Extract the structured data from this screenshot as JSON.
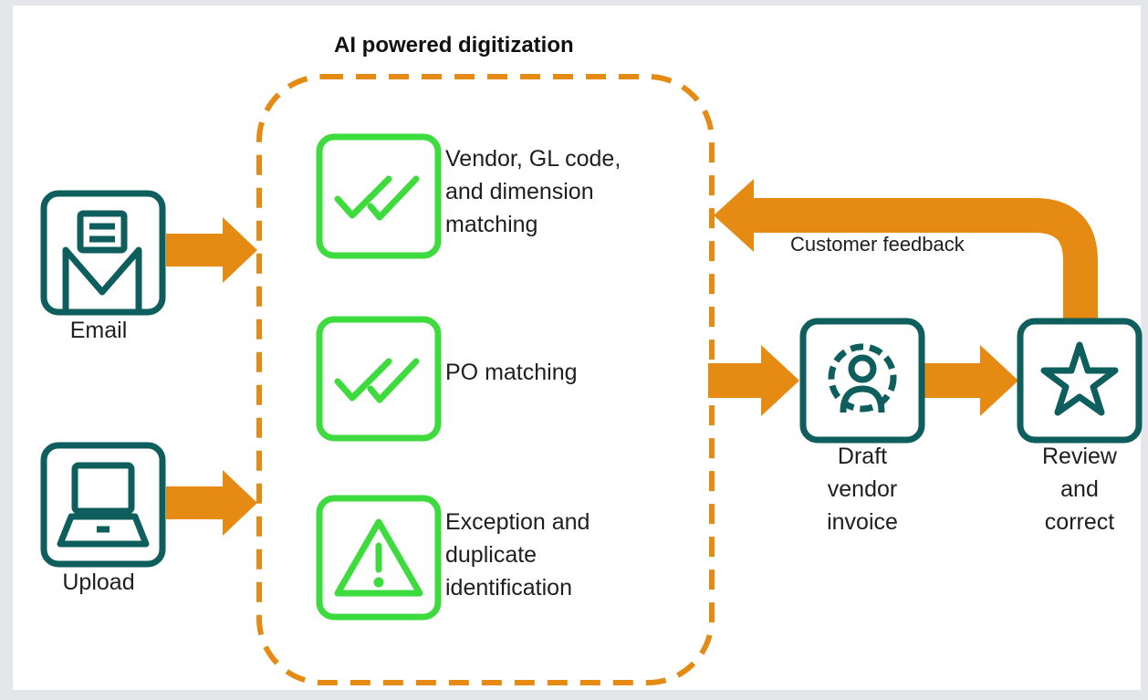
{
  "title": "AI powered digitization",
  "inputs": {
    "email_label": "Email",
    "upload_label": "Upload"
  },
  "steps": [
    {
      "icon": "double-check-icon",
      "label": "Vendor, GL code,\nand dimension\nmatching"
    },
    {
      "icon": "double-check-icon",
      "label": "PO matching"
    },
    {
      "icon": "warning-triangle-icon",
      "label": "Exception and\nduplicate\nidentification"
    }
  ],
  "outputs": {
    "draft_label": "Draft\nvendor\ninvoice",
    "review_label": "Review\nand\ncorrect"
  },
  "feedback_label": "Customer feedback",
  "colors": {
    "orange": "#E58A12",
    "teal": "#0E5E5E",
    "green": "#3DDB3D"
  }
}
